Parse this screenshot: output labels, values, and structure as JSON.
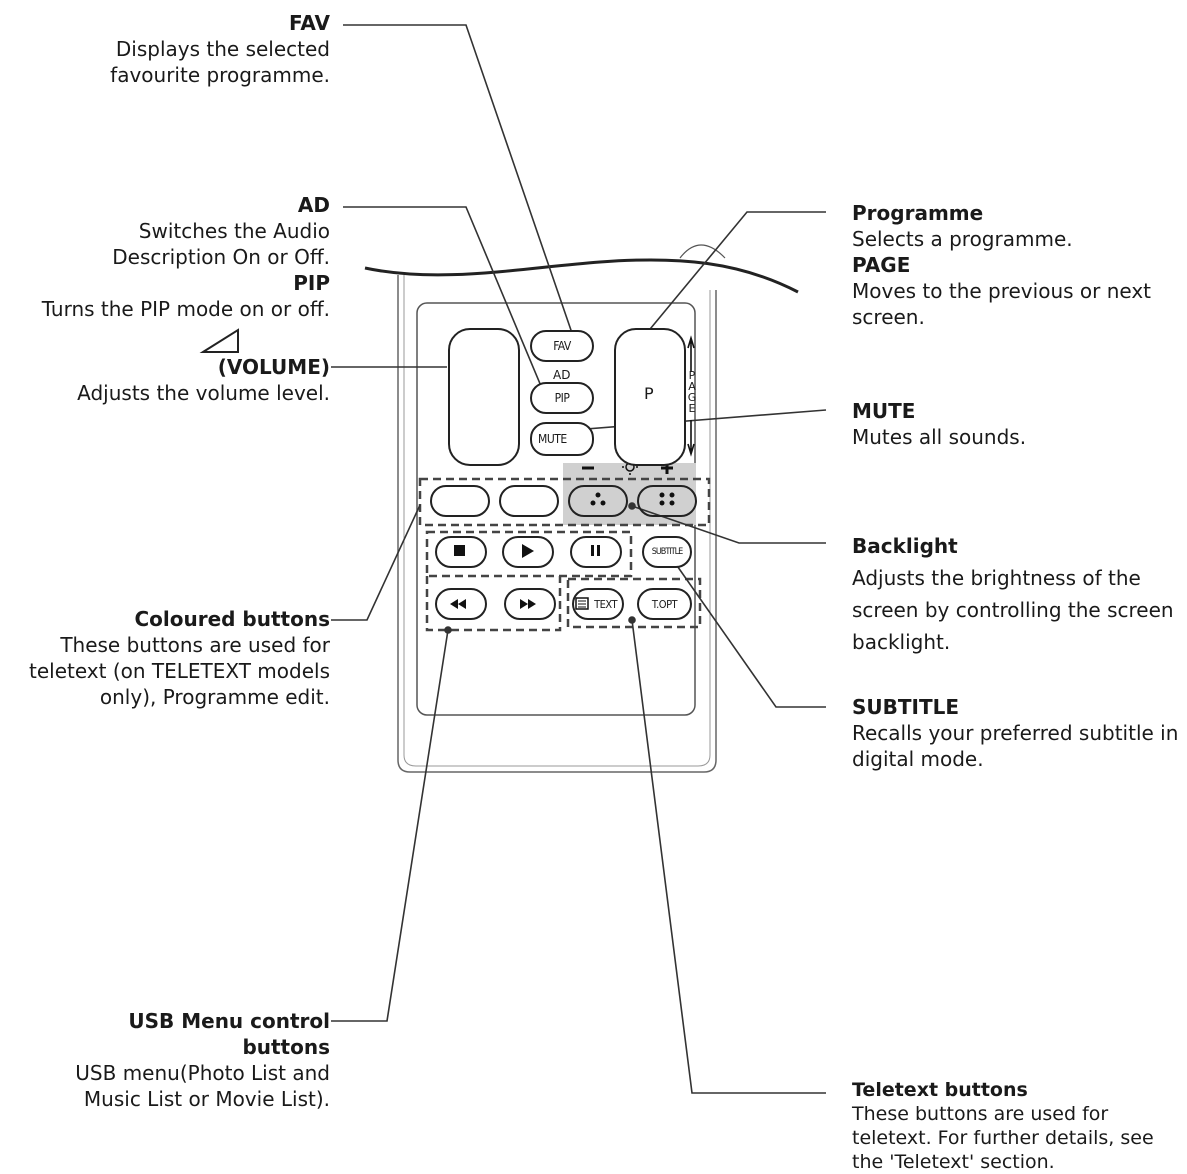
{
  "labels": {
    "fav": {
      "title": "FAV",
      "desc": "Displays the selected favourite programme."
    },
    "ad": {
      "title": "AD",
      "desc": "Switches the Audio Description On or Off."
    },
    "pip": {
      "title": "PIP",
      "desc": "Turns the PIP mode on or off."
    },
    "volume": {
      "title": "(VOLUME)",
      "desc": "Adjusts the volume level."
    },
    "coloured": {
      "title": "Coloured buttons",
      "desc": "These buttons are used for teletext (on TELETEXT models only), Programme edit."
    },
    "usb": {
      "title": "USB Menu control buttons",
      "desc": "USB menu(Photo List and Music List or Movie List)."
    },
    "programme": {
      "title": "Programme",
      "desc": "Selects a programme."
    },
    "page": {
      "title": "PAGE",
      "desc": "Moves to the previous or next screen."
    },
    "mute": {
      "title": "MUTE",
      "desc": "Mutes all sounds."
    },
    "backlight": {
      "title": "Backlight",
      "desc": "Adjusts the brightness of the screen by controlling the screen backlight."
    },
    "subtitle": {
      "title": "SUBTITLE",
      "desc": "Recalls your preferred subtitle in digital mode."
    },
    "teletext": {
      "title": "Teletext buttons",
      "desc": "These buttons are used for teletext. For further details, see the 'Teletext' section."
    }
  },
  "remote": {
    "fav": "FAV",
    "ad": "AD",
    "pip": "PIP",
    "mute": "MUTE",
    "p": "P",
    "page_letters": [
      "P",
      "A",
      "G",
      "E"
    ],
    "subtitle": "SUBTITLE",
    "text": "TEXT",
    "topt": "T.OPT"
  }
}
